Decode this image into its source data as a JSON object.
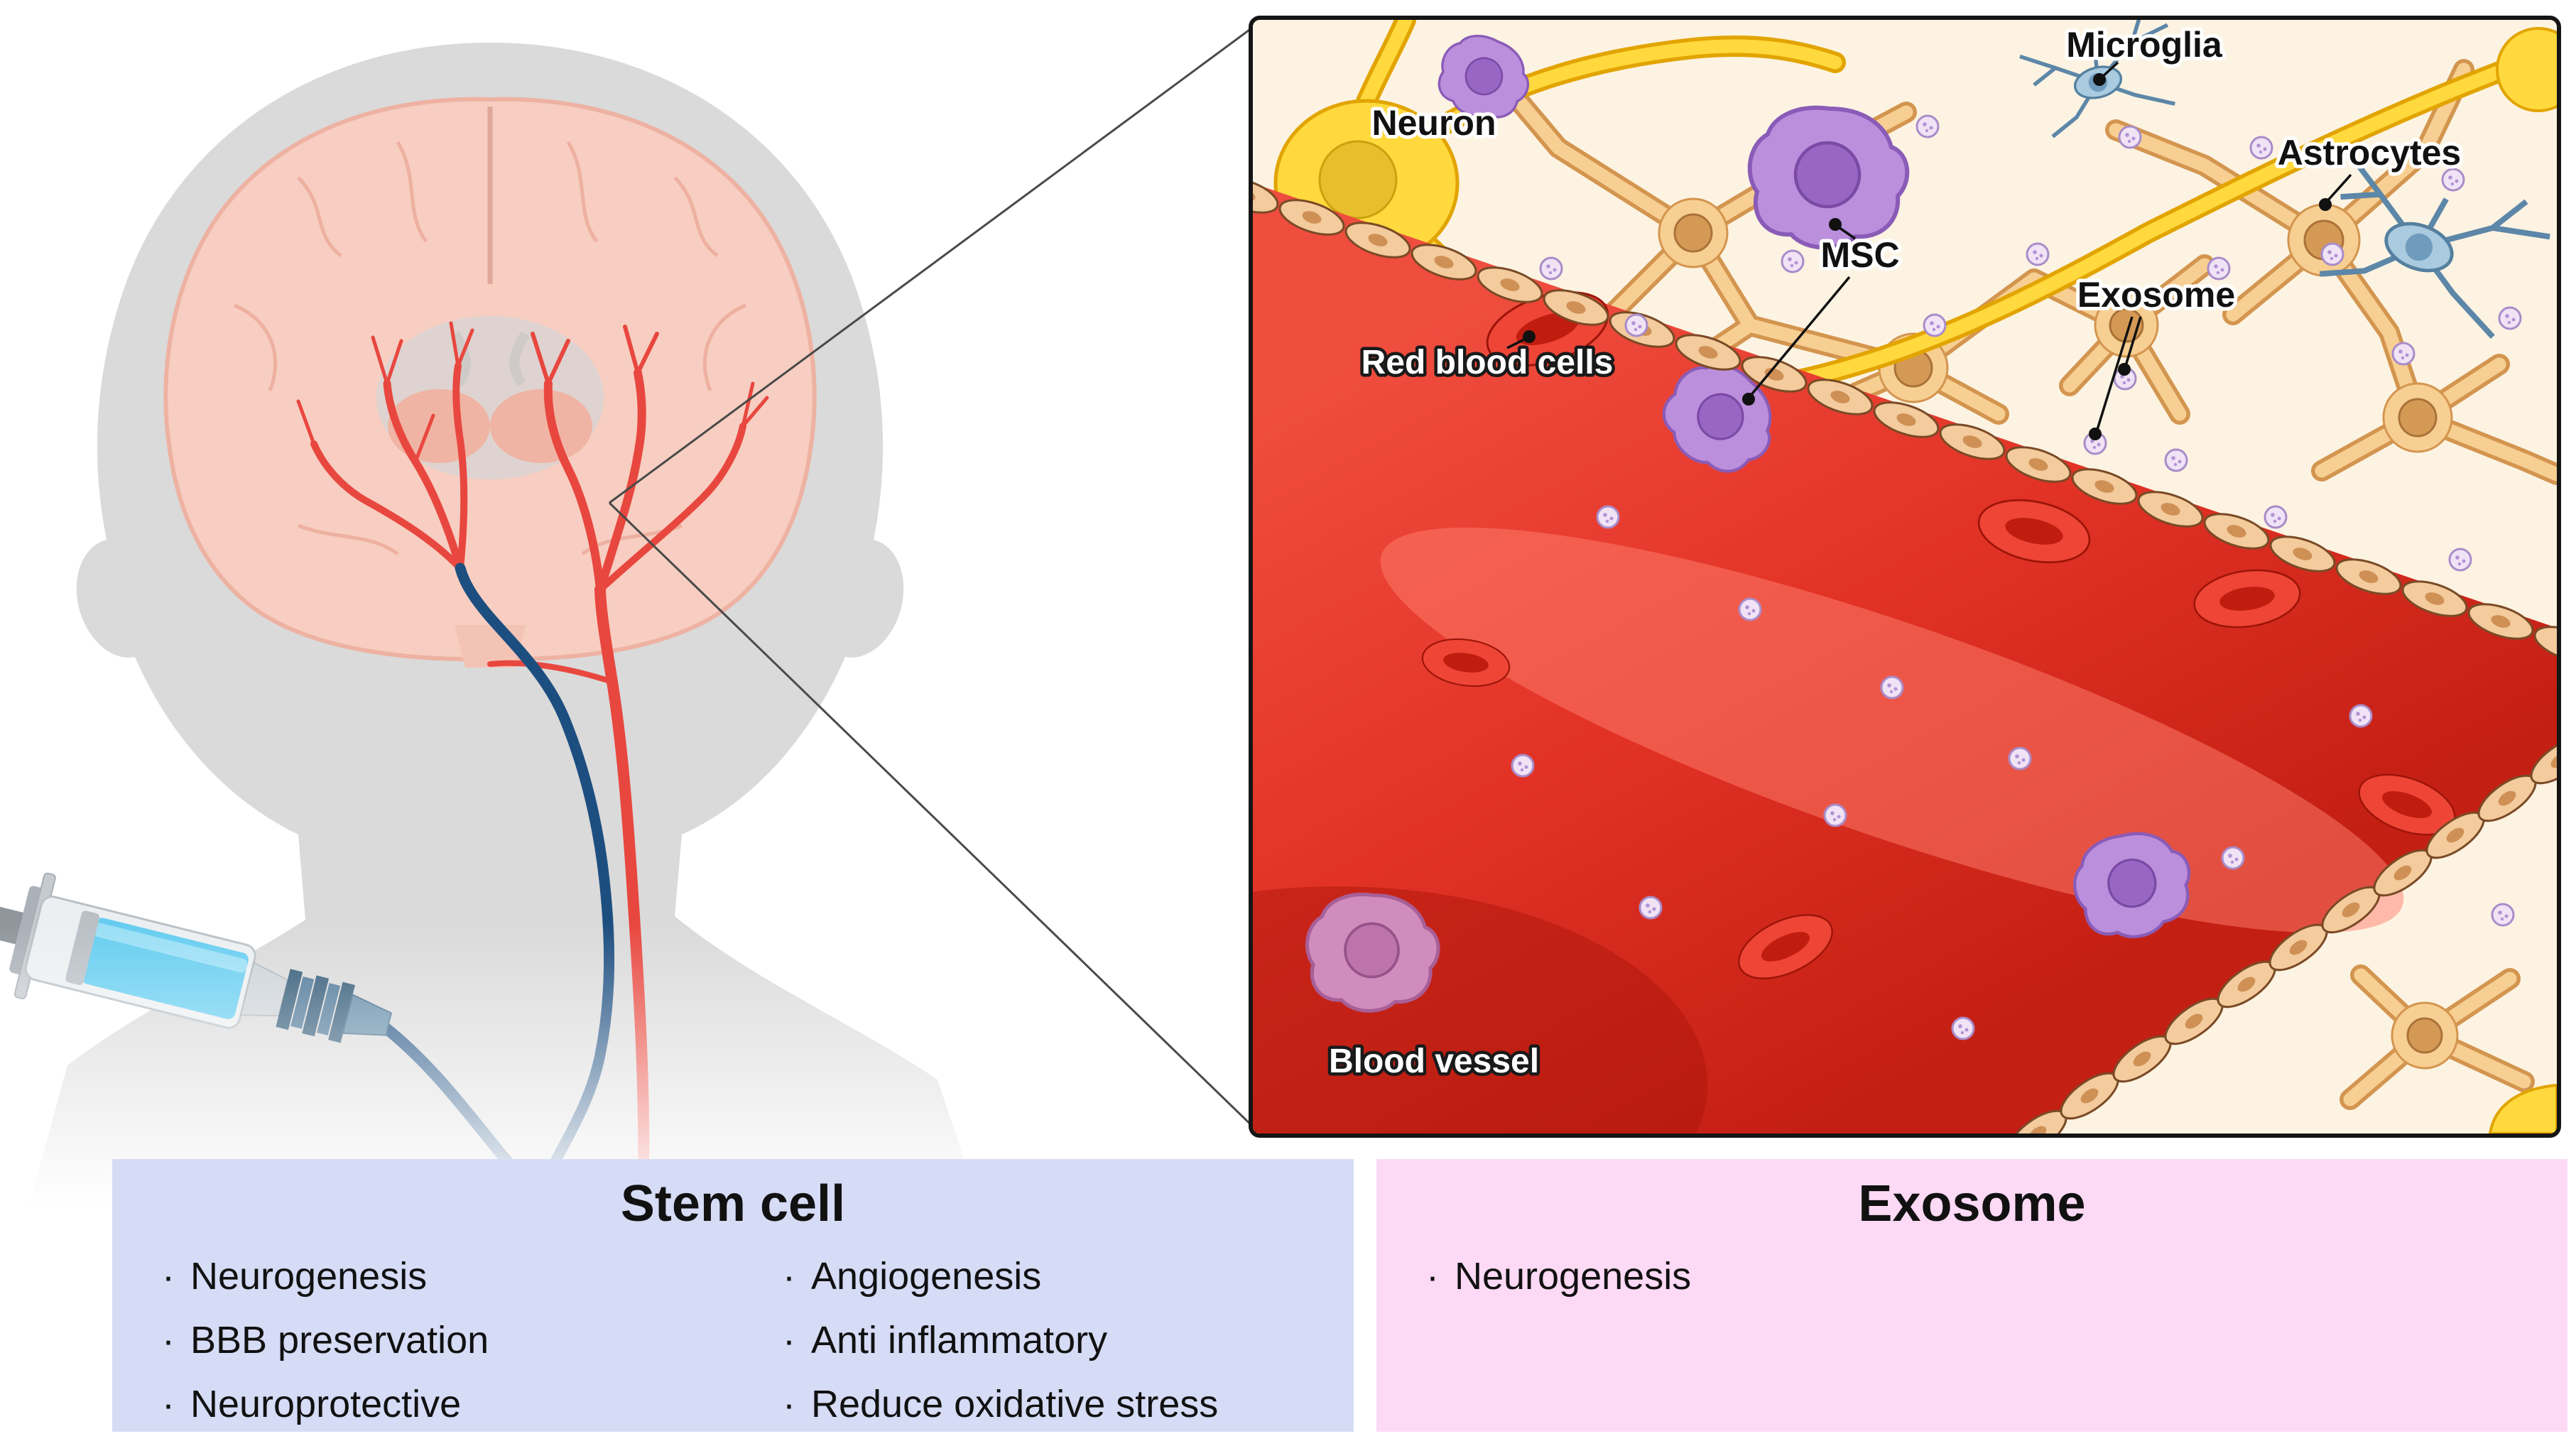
{
  "figure": {
    "description_left": "brain-with-catheter-injection-illustration",
    "description_right": "brain-tissue-zoom-inset-illustration"
  },
  "inset": {
    "labels": {
      "microglia": "Microglia",
      "neuron": "Neuron",
      "astrocytes": "Astrocytes",
      "msc": "MSC",
      "exosome": "Exosome",
      "red_blood_cells": "Red blood cells",
      "blood_vessel": "Blood vessel"
    }
  },
  "panels": {
    "stem_cell": {
      "title": "Stem cell",
      "col1": [
        "Neurogenesis",
        "BBB preservation",
        "Neuroprotective"
      ],
      "col2": [
        "Angiogenesis",
        "Anti inflammatory",
        "Reduce oxidative stress"
      ]
    },
    "exosome": {
      "title": "Exosome",
      "col1": [
        "Neurogenesis"
      ]
    }
  },
  "colors": {
    "stem_panel_bg": "#d6dcf6",
    "exosome_panel_bg": "#fcd9f4",
    "vessel_red": "#e63a2e",
    "neuron_yellow": "#ffd93d",
    "msc_purple": "#bb8fdc",
    "microglia_blue": "#a9cadf",
    "astrocyte_orange": "#f7cf92",
    "catheter_blue": "#1d4e80",
    "head_gray": "#dadada",
    "brain_pink": "#f7cec1"
  }
}
